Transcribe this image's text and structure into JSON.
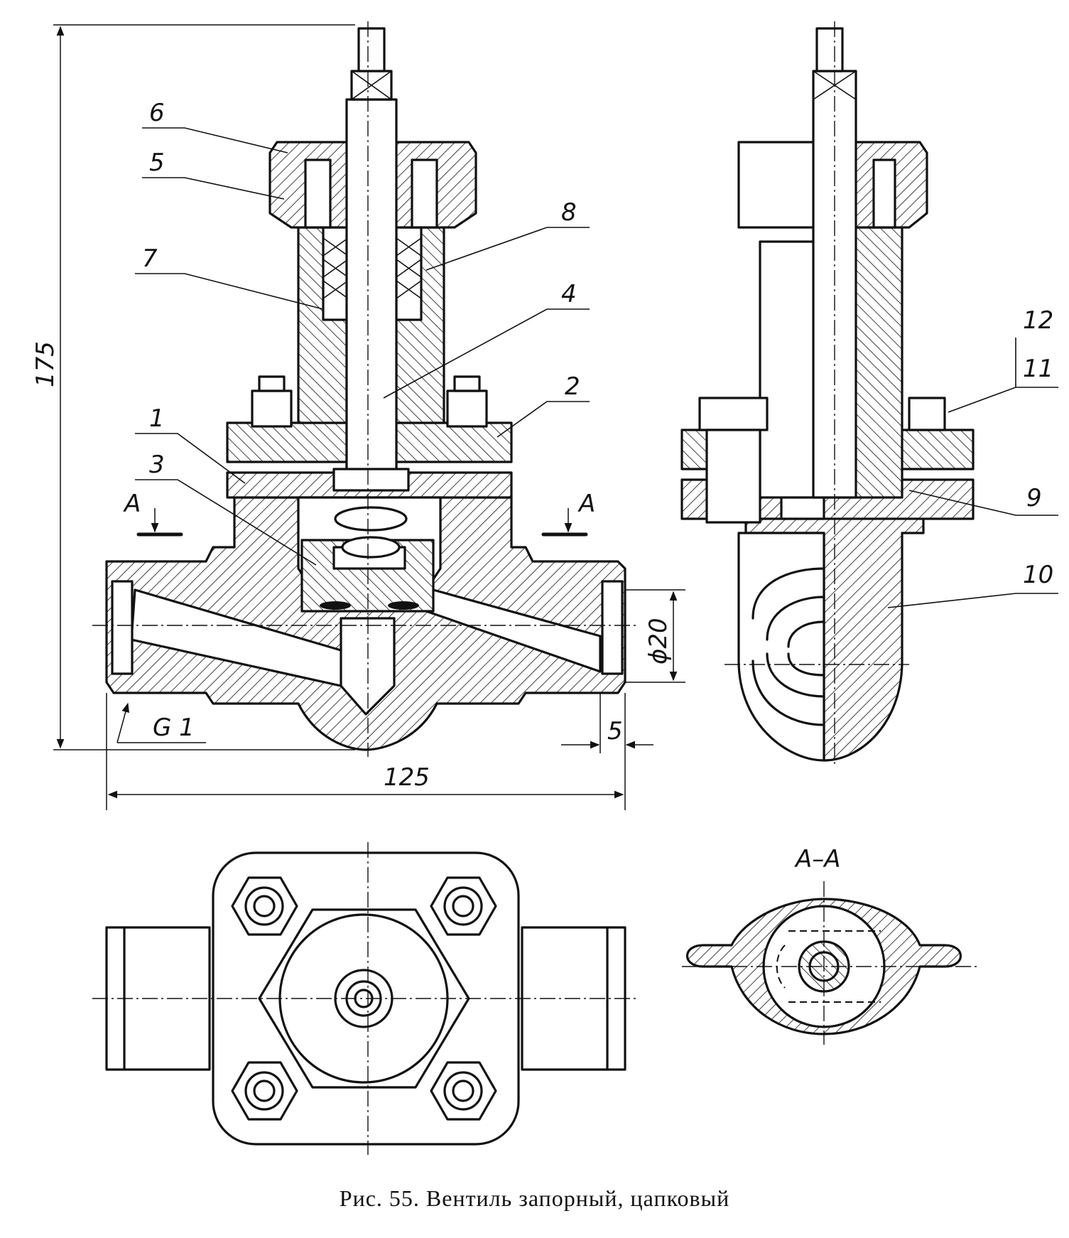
{
  "figure": {
    "caption": "Рис. 55. Вентиль запорный, цапковый",
    "section_title": "A–A",
    "part_labels": [
      "1",
      "2",
      "3",
      "4",
      "5",
      "6",
      "7",
      "8",
      "9",
      "10",
      "11",
      "12"
    ],
    "section_marks": [
      "A",
      "A"
    ],
    "dimensions": {
      "height": "175",
      "width": "125",
      "bore": "ϕ20",
      "thread": "G 1",
      "offset": "5"
    }
  }
}
